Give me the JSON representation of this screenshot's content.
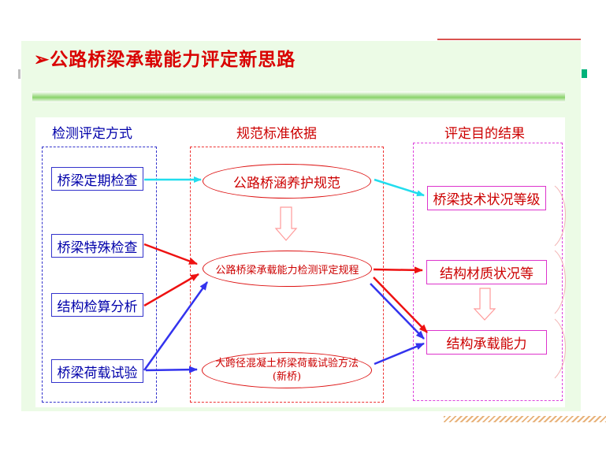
{
  "title": "➢公路桥梁承载能力评定新思路",
  "columns": {
    "left": "检测评定方式",
    "middle": "规范标准依据",
    "right": "评定目的结果"
  },
  "methods": [
    "桥梁定期检查",
    "桥梁特殊检查",
    "结构检算分析",
    "桥梁荷载试验"
  ],
  "standards": {
    "s1": "公路桥涵养护规范",
    "s2": "公路桥梁承载能力检测评定规程",
    "s3_line1": "大跨径混凝土桥梁荷载试验方法",
    "s3_line2": "(新桥)"
  },
  "results": [
    "桥梁技术状况等级",
    "结构材质状况等",
    "结构承载能力"
  ],
  "colors": {
    "title": "#d90000",
    "left_text": "#0000aa",
    "right_text": "#cc0000",
    "arrow_cyan": "#22ddee",
    "arrow_red": "#ee1111",
    "arrow_blue": "#3333ee"
  }
}
